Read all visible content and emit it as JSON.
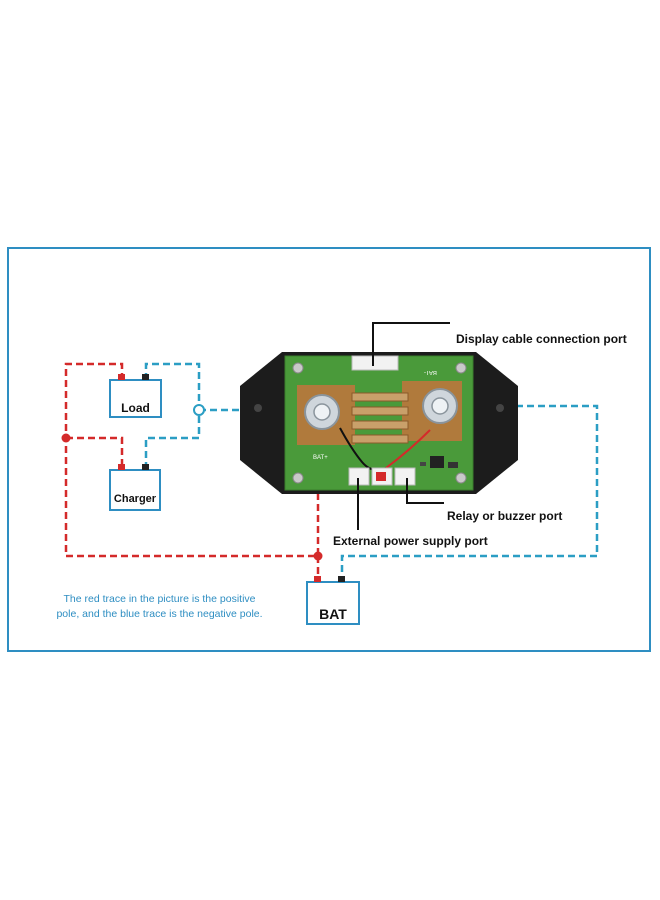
{
  "colors": {
    "frame": "#2e8ec2",
    "positive_trace": "#d42a2a",
    "negative_trace": "#2b9ec4",
    "pcb_green": "#4a9a3a",
    "copper": "#b07a3c",
    "casing": "#1c1c1c",
    "note_text": "#2e8ec2"
  },
  "icons": [
    "shunt-bolt-icon",
    "connector-port-icon",
    "battery-box-icon"
  ],
  "labels": {
    "display_port": "Display cable connection port",
    "relay_port": "Relay or buzzer port",
    "power_port": "External power supply port"
  },
  "components": {
    "load": "Load",
    "charger": "Charger",
    "battery": "BAT"
  },
  "pcb_marks": {
    "bat_plus": "BAT+",
    "bat_minus": "BAT-"
  },
  "note": {
    "line1": "The red trace in the picture is the positive",
    "line2": "pole, and the blue trace is the negative pole."
  }
}
